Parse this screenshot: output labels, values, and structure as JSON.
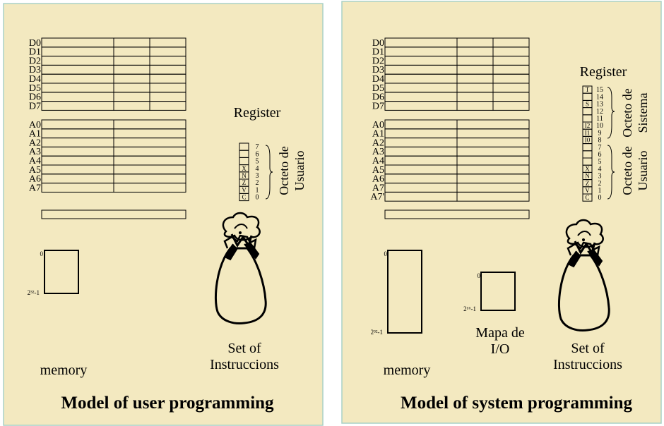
{
  "colors": {
    "panel_fill": "#f3e9c0",
    "panel_border": "#a9d1c6",
    "line": "#000000"
  },
  "user_model": {
    "title": "Model of user programming",
    "data_registers": [
      "D0",
      "D1",
      "D2",
      "D3",
      "D4",
      "D5",
      "D6",
      "D7"
    ],
    "address_registers": [
      "A0",
      "A1",
      "A2",
      "A3",
      "A4",
      "A5",
      "A6",
      "A7"
    ],
    "register_label": "Register",
    "ccr_bits": [
      "7",
      "6",
      "5",
      "4",
      "3",
      "2",
      "1",
      "0"
    ],
    "ccr_flags": [
      "",
      "",
      "",
      "X",
      "N",
      "Z",
      "V",
      "C"
    ],
    "user_octet_label": [
      "Octeto de",
      "Usuario"
    ],
    "memory_label": "memory",
    "memory_top": "0",
    "memory_bottom": "2³²-1",
    "instruction_set_label": [
      "Set of",
      "Instruccions"
    ],
    "bag_icon": "money-bag-icon"
  },
  "system_model": {
    "title": "Model of system programming",
    "data_registers": [
      "D0",
      "D1",
      "D2",
      "D3",
      "D4",
      "D5",
      "D6",
      "D7"
    ],
    "address_registers": [
      "A0",
      "A1",
      "A2",
      "A3",
      "A4",
      "A5",
      "A6",
      "A7",
      "A7'"
    ],
    "register_label": "Register",
    "sr_bits": [
      "15",
      "14",
      "13",
      "12",
      "11",
      "10",
      "9",
      "8",
      "7",
      "6",
      "5",
      "4",
      "3",
      "2",
      "1",
      "0"
    ],
    "sr_flags": [
      "T",
      "",
      "S",
      "",
      "",
      "I2",
      "I1",
      "I0",
      "",
      "",
      "",
      "X",
      "N",
      "Z",
      "V",
      "C"
    ],
    "system_octet_label": [
      "Octeto de",
      "Sistema"
    ],
    "user_octet_label": [
      "Octeto de",
      "Usuario"
    ],
    "memory_label": "memory",
    "memory_top": "0",
    "memory_bottom": "2³²-1",
    "io_label": [
      "Mapa de",
      "I/O"
    ],
    "io_top": "0",
    "io_bottom": "2¹⁶-1",
    "instruction_set_label": [
      "Set of",
      "Instruccions"
    ],
    "bag_icon": "money-bag-icon"
  }
}
